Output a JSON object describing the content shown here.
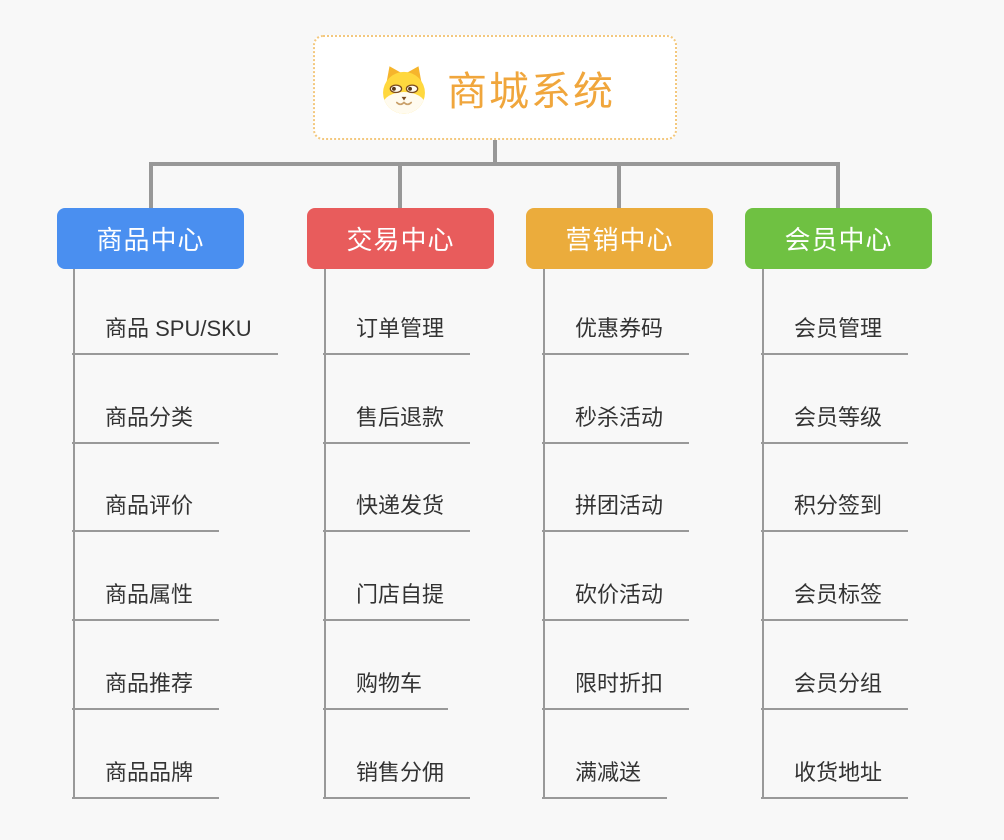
{
  "page": {
    "background_color": "#f8f8f8",
    "connector_color": "#989898",
    "underline_color": "#999999",
    "child_text_color": "#333333"
  },
  "root": {
    "title": "商城系统",
    "icon": "dog-face-icon",
    "title_color": "#f0a63c",
    "border_color": "#f3c87e",
    "background": "#ffffff"
  },
  "branches": [
    {
      "label": "商品中心",
      "color": "#4a8ff0",
      "children": [
        "商品 SPU/SKU",
        "商品分类",
        "商品评价",
        "商品属性",
        "商品推荐",
        "商品品牌"
      ]
    },
    {
      "label": "交易中心",
      "color": "#e85c5c",
      "children": [
        "订单管理",
        "售后退款",
        "快递发货",
        "门店自提",
        "购物车",
        "销售分佣"
      ]
    },
    {
      "label": "营销中心",
      "color": "#ebac3c",
      "children": [
        "优惠券码",
        "秒杀活动",
        "拼团活动",
        "砍价活动",
        "限时折扣",
        "满减送"
      ]
    },
    {
      "label": "会员中心",
      "color": "#6fc142",
      "children": [
        "会员管理",
        "会员等级",
        "积分签到",
        "会员标签",
        "会员分组",
        "收货地址"
      ]
    }
  ]
}
